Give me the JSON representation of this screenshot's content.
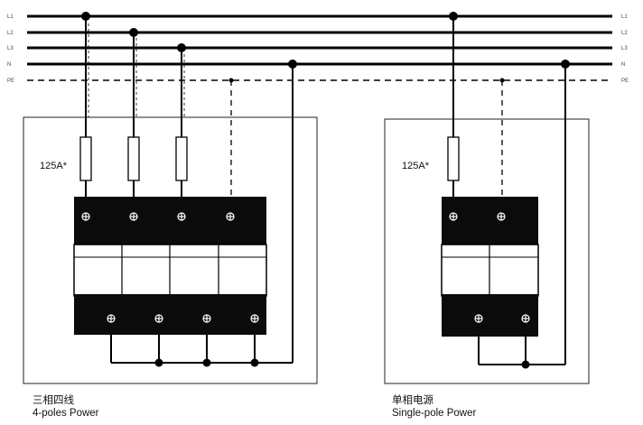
{
  "bus_lines": {
    "left_labels": [
      "L1",
      "L2",
      "L3",
      "N",
      "PE"
    ],
    "right_labels": [
      "L1",
      "L2",
      "L3",
      "N",
      "PE"
    ]
  },
  "panels": [
    {
      "key": "three_phase",
      "caption_cn": "三相四线",
      "caption_en": "4-poles Power",
      "fuse_rating": "125A*",
      "poles": 4
    },
    {
      "key": "single_phase",
      "caption_cn": "单相电源",
      "caption_en": "Single-pole Power",
      "fuse_rating": "125A*",
      "poles": 2
    }
  ],
  "colors": {
    "line": "#000000",
    "module_body": "#0b0b0b",
    "background": "#ffffff"
  }
}
